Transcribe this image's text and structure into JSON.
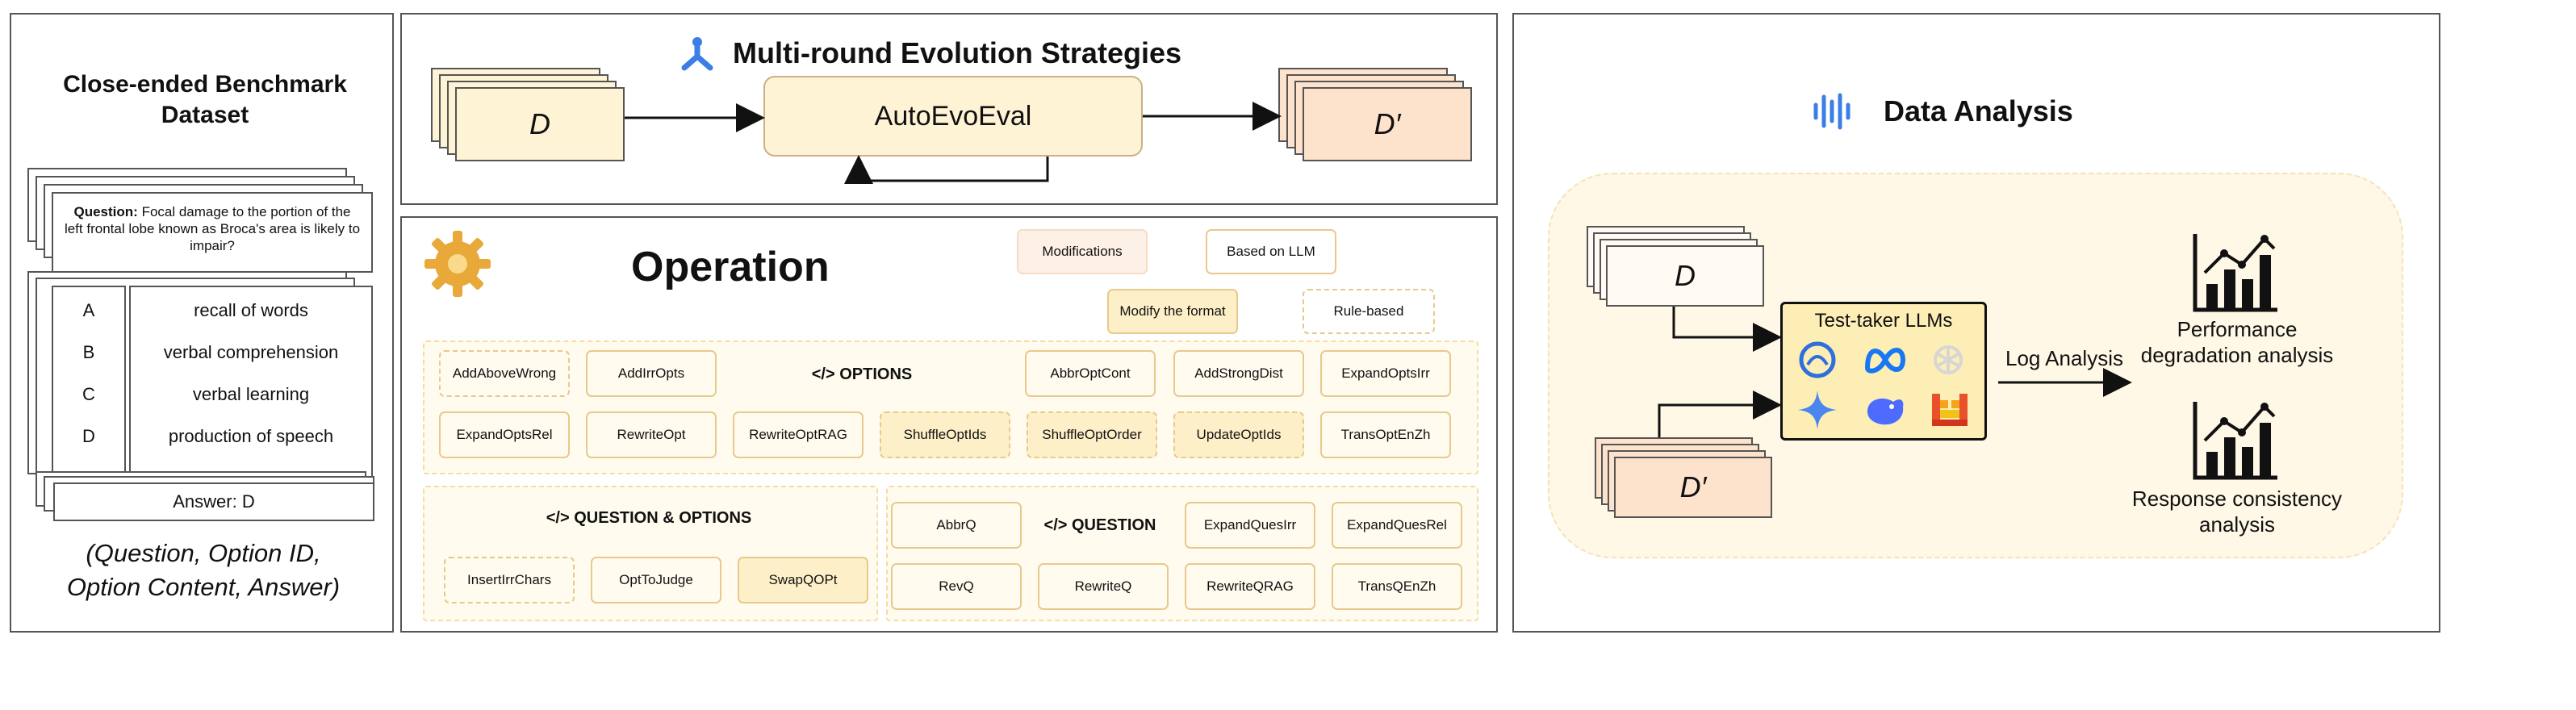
{
  "left": {
    "title": "Close-ended Benchmark Dataset",
    "question_label": "Question:",
    "question_text": "Focal damage to the portion of the left frontal lobe known as Broca's area is likely to impair?",
    "options": [
      {
        "id": "A",
        "content": "recall of words"
      },
      {
        "id": "B",
        "content": "verbal comprehension"
      },
      {
        "id": "C",
        "content": "verbal learning"
      },
      {
        "id": "D",
        "content": "production of speech"
      }
    ],
    "answer": "Answer: D",
    "format_line1": "(Question, Option ID,",
    "format_line2": "Option Content, Answer)"
  },
  "evolution": {
    "title": "Multi-round Evolution Strategies",
    "input": "D",
    "engine": "AutoEvoEval",
    "output": "D′",
    "icon": "tool-icon"
  },
  "operation": {
    "title": "Operation",
    "icon": "gear-icon",
    "legend": {
      "modifications": "Modifications",
      "based_llm": "Based on LLM",
      "modify_format": "Modify the format",
      "rule_based": "Rule-based"
    },
    "options_header": "</> OPTIONS",
    "options_row1": [
      "AddAboveWrong",
      "AddIrrOpts",
      "AbbrOptCont",
      "AddStrongDist",
      "ExpandOptsIrr"
    ],
    "options_row2": [
      "ExpandOptsRel",
      "RewriteOpt",
      "RewriteOptRAG",
      "ShuffleOptIds",
      "ShuffleOptOrder",
      "UpdateOptIds",
      "TransOptEnZh"
    ],
    "qo_header": "</> QUESTION & OPTIONS",
    "qo_ops": [
      "InsertIrrChars",
      "OptToJudge",
      "SwapQOPt"
    ],
    "question_header": "</> QUESTION",
    "question_row1": [
      "AbbrQ",
      "ExpandQuesIrr",
      "ExpandQuesRel"
    ],
    "question_row2": [
      "RevQ",
      "RewriteQ",
      "RewriteQRAG",
      "TransQEnZh"
    ]
  },
  "analysis": {
    "title": "Data Analysis",
    "icon": "audio-wave-icon",
    "input_d": "D",
    "input_dprime": "D′",
    "llm_box_title": "Test-taker LLMs",
    "arrow_label": "Log Analysis",
    "perf_line1": "Performance",
    "perf_line2": "degradation analysis",
    "resp_line1": "Response consistency",
    "resp_line2": "analysis"
  },
  "colors": {
    "cream": "#fff3d6",
    "peach": "#fde2cc",
    "tag_border": "#e8c98d",
    "analysis_bg": "#fff8e6",
    "blue": "#2f6fdc"
  }
}
